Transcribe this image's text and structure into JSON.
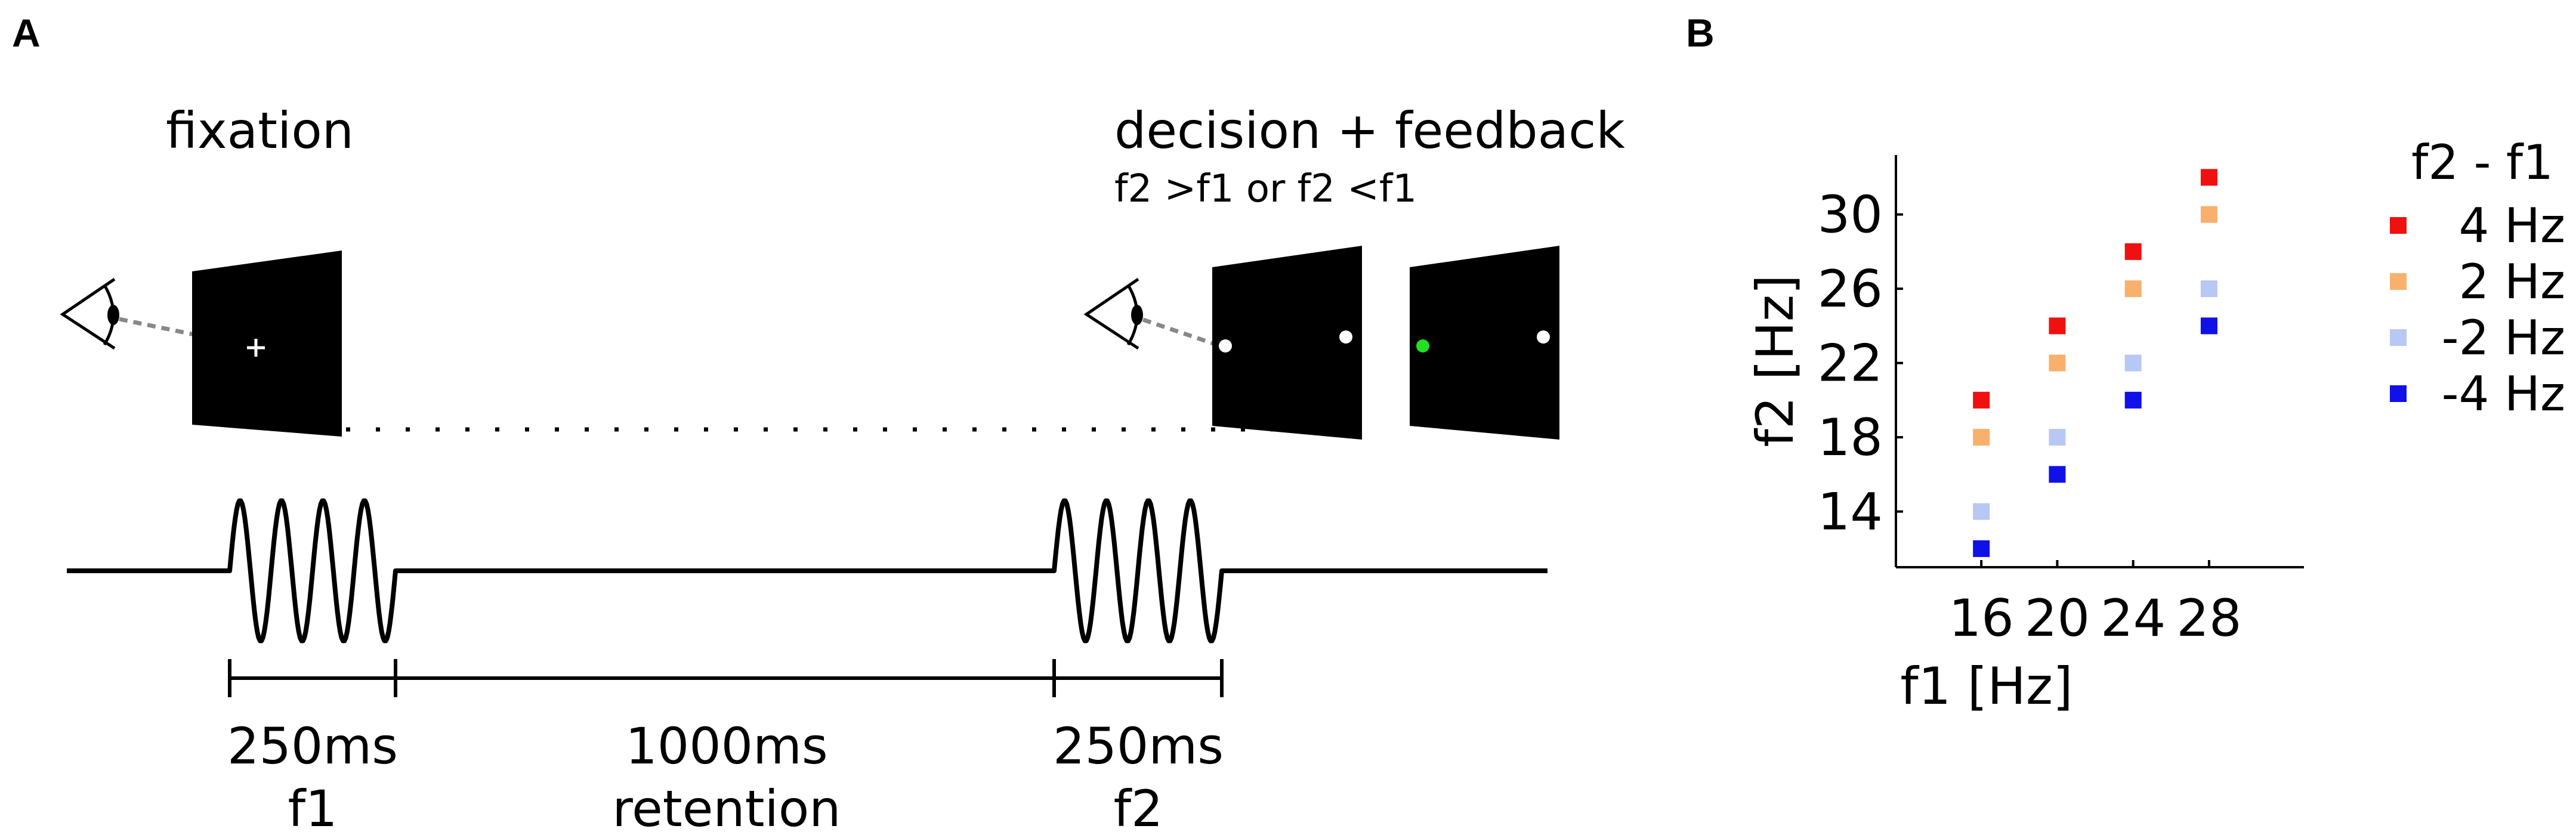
{
  "panel_a": {
    "label": "A",
    "fixation_label": "fixation",
    "decision_label": "decision + feedback",
    "decision_sublabel": "f2 >f1 or f2 <f1",
    "timeline": [
      {
        "duration": "250ms",
        "name": "f1"
      },
      {
        "duration": "1000ms",
        "name": "retention"
      },
      {
        "duration": "250ms",
        "name": "f2"
      }
    ]
  },
  "panel_b": {
    "label": "B",
    "legend_title": "f2 - f1",
    "chart_data": {
      "type": "scatter",
      "xlabel": "f1 [Hz]",
      "ylabel": "f2 [Hz]",
      "x_ticks": [
        16,
        20,
        24,
        28
      ],
      "y_ticks": [
        14,
        18,
        22,
        26,
        30
      ],
      "xlim": [
        11.5,
        33
      ],
      "ylim": [
        11,
        33.2
      ],
      "legend_position": "right",
      "series": [
        {
          "name": "4 Hz",
          "color": "#f01010",
          "points": [
            [
              16,
              20
            ],
            [
              20,
              24
            ],
            [
              24,
              28
            ],
            [
              28,
              32
            ]
          ]
        },
        {
          "name": "2 Hz",
          "color": "#f9b06c",
          "points": [
            [
              16,
              18
            ],
            [
              20,
              22
            ],
            [
              24,
              26
            ],
            [
              28,
              30
            ]
          ]
        },
        {
          "name": "-2 Hz",
          "color": "#b8c8f4",
          "points": [
            [
              16,
              14
            ],
            [
              20,
              18
            ],
            [
              24,
              22
            ],
            [
              28,
              26
            ]
          ]
        },
        {
          "name": "-4 Hz",
          "color": "#1010e8",
          "points": [
            [
              16,
              12
            ],
            [
              20,
              16
            ],
            [
              24,
              20
            ],
            [
              28,
              24
            ]
          ]
        }
      ]
    }
  }
}
